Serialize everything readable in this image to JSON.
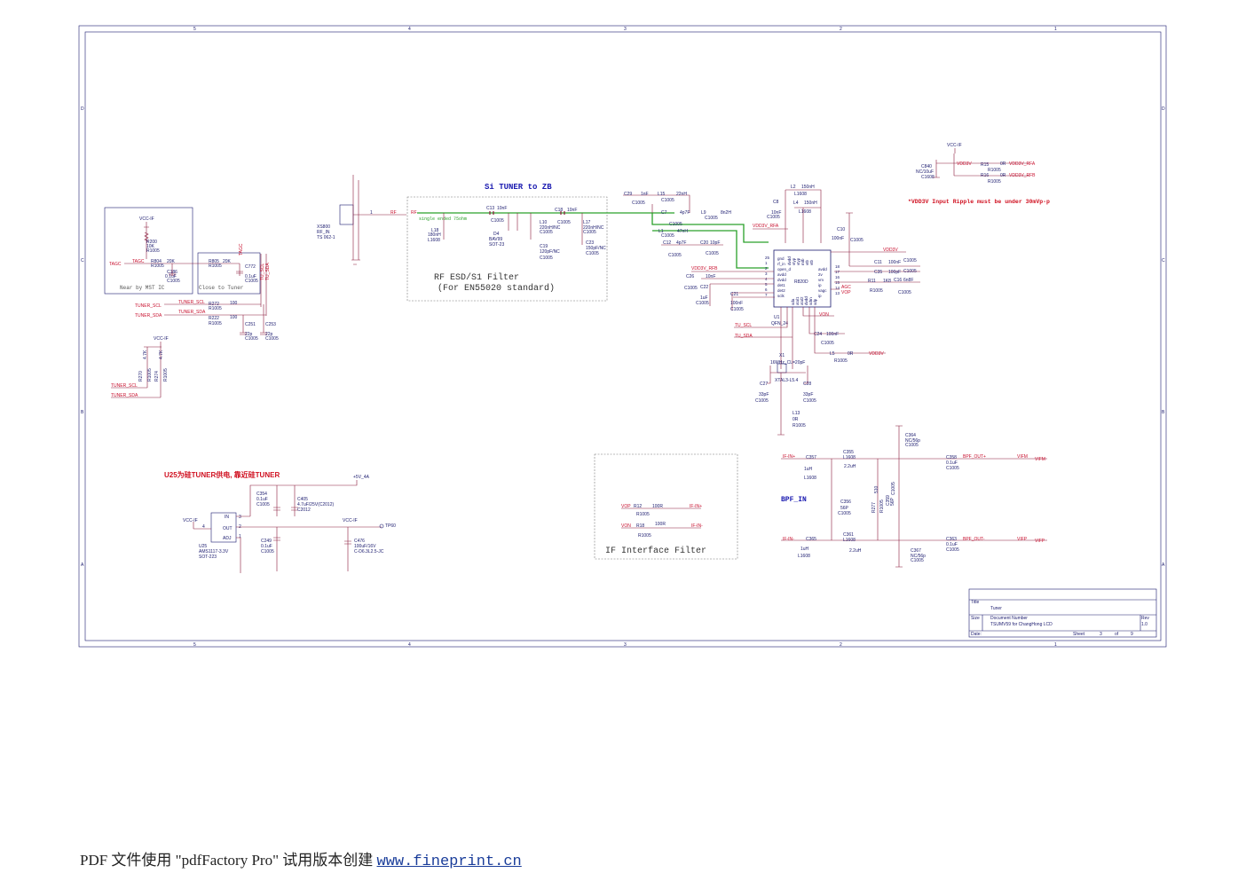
{
  "sheet": {
    "zone_letters": [
      "D",
      "C",
      "B",
      "A"
    ],
    "zone_numbers": [
      "5",
      "4",
      "3",
      "2",
      "1"
    ]
  },
  "headings": {
    "si_tuner": "Si TUNER to ZB",
    "rf_filter_1": "RF ESD/S1 Filter",
    "rf_filter_2": "(For EN55020 standard)",
    "near_mst": "Near by MST IC",
    "close_tuner": "Close to Tuner",
    "single_ended": "single ended 75ohm",
    "ripple_note": "*VDD3V Input Ripple must be under 30mVp-p",
    "u25_note": "U25为硅TUNER供电, 靠近硅TUNER",
    "if_filter": "IF Interface Filter",
    "bpf_in": "BPF_IN"
  },
  "nets": {
    "vcc_if": "VCC-IF",
    "tagc": "TAGC",
    "tuner_scl": "TUNER_SCL",
    "tuner_sda": "TUNER_SDA",
    "rf": "RF",
    "vdd3v": "VDD3V",
    "vdd3v_rfa": "VDD3V_RFA",
    "vdd3v_rfb": "VDD3V_RFB",
    "tu_scl": "TU_SCL",
    "tu_sda": "TU_SDA",
    "agc": "AGC",
    "vop": "VOP",
    "von": "VON",
    "if_in_p": "IF-IN+",
    "if_in_n": "IF-IN-",
    "bpf_out_p": "BPF_OUT+",
    "bpf_out_n": "BPF_OUT-",
    "vifm": "VIFM",
    "vifp": "VIFP",
    "p5v_4a": "+5V_4A",
    "tp60": "TP60",
    "single": "single",
    "x1_dummy": ""
  },
  "parts": {
    "xs800": [
      "XS800",
      "RF_IN",
      "TS 062-1"
    ],
    "r200": [
      "R200",
      "10K",
      "R1005"
    ],
    "r804": [
      "R804",
      "20K",
      "R1005"
    ],
    "r805": [
      "R805",
      "20K",
      "R1005"
    ],
    "c186": [
      "C186",
      "0.1uF",
      "C1005"
    ],
    "c772": [
      "C772",
      "0.1uF",
      "C1005"
    ],
    "r272": [
      "R272",
      "100",
      "R1005"
    ],
    "r222": [
      "R222",
      "100",
      "R1005"
    ],
    "c251": [
      "C251",
      "22p",
      "C1005"
    ],
    "c253": [
      "C253",
      "22p",
      "C1005"
    ],
    "r270": [
      "R270",
      "4.7K",
      "R1005"
    ],
    "r274": [
      "R274",
      "4.7K",
      "R1005"
    ],
    "c13": [
      "C13",
      "10nF",
      "C1005"
    ],
    "c18": [
      "C18",
      "10nF",
      "C1005"
    ],
    "l18": [
      "L18",
      "180nH",
      "L1608"
    ],
    "l10": [
      "L10",
      "220nH/NC",
      "C1005"
    ],
    "l17": [
      "L17",
      "220nH/NC",
      "C1005"
    ],
    "d4": [
      "D4",
      "BAV99",
      "SOT-23"
    ],
    "c19": [
      "C19",
      "120pF/NC",
      "C1005"
    ],
    "c23": [
      "C23",
      "150pF/NC",
      "C1005"
    ],
    "c29": [
      "C29",
      "1nF",
      "C1005"
    ],
    "l15": [
      "L15",
      "22nH",
      "C1005"
    ],
    "c7": [
      "C7",
      "4p7F",
      "C1005"
    ],
    "l9": [
      "L9",
      "8n2H",
      "C1005"
    ],
    "l1": [
      "L1",
      "47nH",
      "C1005"
    ],
    "c12": [
      "C12",
      "4p7F",
      "C1005"
    ],
    "c20": [
      "C20",
      "10pF",
      "C1005"
    ],
    "l2": [
      "L2",
      "150nH",
      "L1608"
    ],
    "l4": [
      "L4",
      "150nH",
      "L1608"
    ],
    "c8": [
      "C8",
      "10nF",
      "C1005"
    ],
    "c10": [
      "C10",
      "100nF",
      "C1005"
    ],
    "c11": [
      "C11",
      "100nF",
      "C1005"
    ],
    "c35": [
      "C35",
      "100pF",
      "C1005"
    ],
    "r11": [
      "R11",
      "1K8",
      "R1005"
    ],
    "c16": [
      "C16",
      "6n8F",
      "C1005"
    ],
    "c26": [
      "C26",
      "10nF",
      "C1005"
    ],
    "c22": [
      "C22",
      "1uF",
      "C1005"
    ],
    "c21": [
      "C21",
      "100nF",
      "C1005"
    ],
    "u1": [
      "U1",
      "QFN_24",
      "R820D"
    ],
    "c24": [
      "C24",
      "100nF",
      "C1005"
    ],
    "l5": [
      "L5",
      "0R",
      "R1005"
    ],
    "x1": [
      "X1",
      "16MHz_CL=20pF",
      "XTAL3-L5.4"
    ],
    "c27": [
      "C27",
      "33pF",
      "C1005"
    ],
    "c28": [
      "C28",
      "33pF",
      "C1005"
    ],
    "l13": [
      "L13",
      "0R",
      "R1005"
    ],
    "c840": [
      "C840",
      "NC/10uF",
      "C1608"
    ],
    "r15": [
      "R15",
      "0R",
      "R1005"
    ],
    "r16": [
      "R16",
      "0R",
      "R1005"
    ],
    "c354": [
      "C354",
      "0.1uF",
      "C1005"
    ],
    "c405": [
      "C405",
      "4.7uF/25V(C2012)",
      "C2012"
    ],
    "u25": [
      "U25",
      "AMS1117-3.3V",
      "SOT-223"
    ],
    "c249": [
      "C249",
      "0.1uF",
      "C1005"
    ],
    "c476": [
      "C476",
      "100uF/16V",
      "C-D6.3L2.5-JC"
    ],
    "r12": [
      "R12",
      "100R",
      "R1005"
    ],
    "r18": [
      "R18",
      "100R",
      "R1005"
    ],
    "c364": [
      "C364",
      "NC/56p",
      "C1005"
    ],
    "c357": [
      "C357",
      "1uH",
      "L1608"
    ],
    "c355": [
      "C355",
      "2.2uH",
      "L1608"
    ],
    "c358": [
      "C358",
      "0.1uF",
      "C1005"
    ],
    "c356": [
      "C356",
      "56P",
      "C1005"
    ],
    "r277": [
      "R277",
      "510",
      "R1005"
    ],
    "c359": [
      "C359",
      "56P",
      "C1005"
    ],
    "c365": [
      "C365",
      "1uH",
      "L1608"
    ],
    "c361": [
      "C361",
      "2.2uH",
      "L1608"
    ],
    "c363": [
      "C363",
      "0.1uF",
      "C1005"
    ],
    "c367": [
      "C367",
      "NC/56p",
      "C1005"
    ]
  },
  "pins": {
    "u1_left": [
      "gnd",
      "rf_in",
      "open_d",
      "avdd",
      "dvdd",
      "det1",
      "det2",
      "sclk"
    ],
    "u1_right": [
      "avdd",
      "2v",
      "vm",
      "ip",
      "vagc",
      "ip"
    ],
    "u1_top": [
      "dvdd",
      "vtyp",
      "vtyp",
      "mtb",
      "vtb",
      "vtb"
    ],
    "u1_bottom": [
      "sda",
      "xtal1",
      "xtal2",
      "dvdd",
      "sdrn",
      "sdp"
    ],
    "u1_left_nums": [
      "25",
      "1",
      "2",
      "3",
      "4",
      "5",
      "6",
      "7"
    ],
    "u1_right_nums": [
      "18",
      "17",
      "16",
      "15",
      "14",
      "13"
    ],
    "u25_pins": [
      "IN",
      "OUT",
      "ADJ"
    ],
    "u25_nums": [
      "3",
      "2",
      "1",
      "4"
    ]
  },
  "title_block": {
    "title_label": "Title",
    "title": "Tuner",
    "size_label": "Size",
    "docnum_label": "Document Number",
    "docnum": "TSUMV59 for ChangHong LCD",
    "rev_label": "Rev",
    "rev": "1.0",
    "date_label": "Date:",
    "sheet_label": "Sheet",
    "sheet_num": "3",
    "of_label": "of",
    "sheet_total": "9"
  },
  "footer": {
    "text": "PDF 文件使用 \"pdfFactory Pro\" 试用版本创建 ",
    "link": "www.fineprint.cn"
  }
}
